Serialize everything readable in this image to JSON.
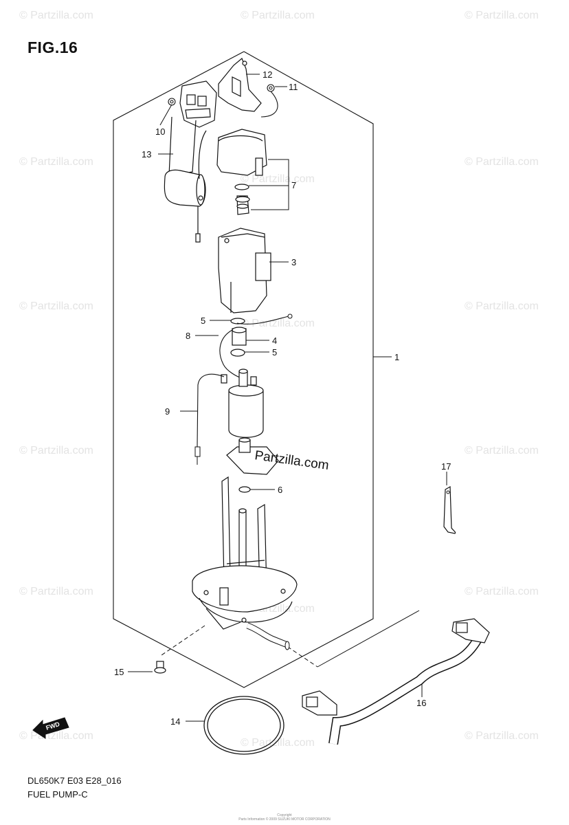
{
  "figure": {
    "title": "FIG.16",
    "code": "DL650K7 E03 E28_016",
    "name": "FUEL PUMP-C"
  },
  "watermark": {
    "text": "© Partzilla.com",
    "center_text": "Partzilla.com"
  },
  "fwd_label": "FWD",
  "copyright": [
    "Copyright",
    "Parts Information © 2009 SUZUKI MOTOR CORPORATION"
  ],
  "callouts": [
    {
      "id": "c1",
      "label": "1"
    },
    {
      "id": "c3",
      "label": "3"
    },
    {
      "id": "c4",
      "label": "4"
    },
    {
      "id": "c5a",
      "label": "5"
    },
    {
      "id": "c5b",
      "label": "5"
    },
    {
      "id": "c6",
      "label": "6"
    },
    {
      "id": "c7",
      "label": "7"
    },
    {
      "id": "c8",
      "label": "8"
    },
    {
      "id": "c9",
      "label": "9"
    },
    {
      "id": "c10",
      "label": "10"
    },
    {
      "id": "c11",
      "label": "11"
    },
    {
      "id": "c12",
      "label": "12"
    },
    {
      "id": "c13",
      "label": "13"
    },
    {
      "id": "c14",
      "label": "14"
    },
    {
      "id": "c15",
      "label": "15"
    },
    {
      "id": "c16",
      "label": "16"
    },
    {
      "id": "c17",
      "label": "17"
    }
  ]
}
